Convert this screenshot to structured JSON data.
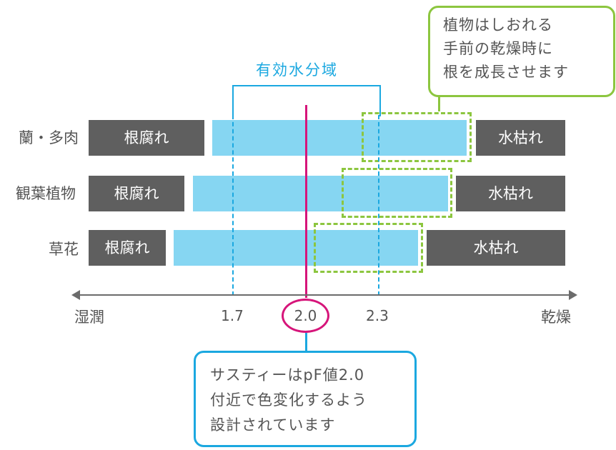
{
  "zone": {
    "label": "有効水分域"
  },
  "rows": [
    {
      "label": "蘭・多肉",
      "left": "根腐れ",
      "right": "水枯れ"
    },
    {
      "label": "観葉植物",
      "left": "根腐れ",
      "right": "水枯れ"
    },
    {
      "label": "草花",
      "left": "根腐れ",
      "right": "水枯れ"
    }
  ],
  "axis": {
    "left": "湿潤",
    "right": "乾燥",
    "ticks": [
      "1.7",
      "2.0",
      "2.3"
    ]
  },
  "callout_green": {
    "lines": [
      "植物はしおれる",
      "手前の乾燥時に",
      "根を成長させます"
    ]
  },
  "callout_blue": {
    "lines": [
      "サスティーはpF値2.0",
      "付近で色変化するよう",
      "設計されています"
    ]
  },
  "colors": {
    "dark": "#5f5f5f",
    "water_band": "#86d6f2",
    "zone": "#1ba8e0",
    "green": "#8cc63f",
    "magenta": "#d6157a"
  }
}
